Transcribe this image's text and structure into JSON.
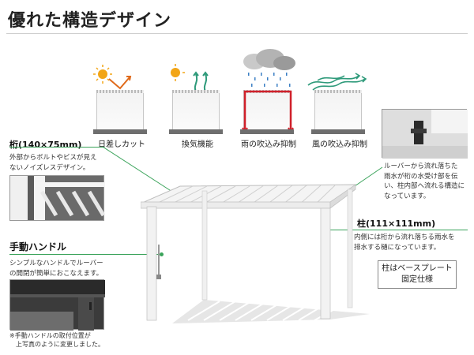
{
  "header": {
    "title": "優れた構造デザイン"
  },
  "features": [
    {
      "label": "日差しカット",
      "icon": "sun-block-icon"
    },
    {
      "label": "換気機能",
      "icon": "ventilation-icon"
    },
    {
      "label": "雨の吹込み抑制",
      "icon": "rain-block-icon"
    },
    {
      "label": "風の吹込み抑制",
      "icon": "wind-block-icon"
    }
  ],
  "girder": {
    "title": "桁(140×75mm)",
    "description": [
      "外部からボルトやビスが見え",
      "ないノイズレスデザイン。"
    ]
  },
  "handle": {
    "title": "手動ハンドル",
    "description": [
      "シンプルなハンドルでルーバー",
      "の開閉が簡単におこなえます。"
    ],
    "note": [
      "※手動ハンドルの取付位置が",
      "　上写真のように変更しました。"
    ]
  },
  "drainage": {
    "description": [
      "ルーバーから流れ落ちた",
      "雨水が桁の水受け部を伝",
      "い、柱内部へ流れる構造に",
      "なっています。"
    ]
  },
  "column": {
    "title": "柱(111×111mm)",
    "description": [
      "内側には桁から流れ落ちる雨水を",
      "排水する樋になっています。"
    ],
    "baseplate": [
      "柱はベースプレート",
      "固定仕様"
    ]
  },
  "colors": {
    "accent_green": "#3aa35a",
    "rain_red": "#d0202a",
    "frame_white": "#f2f2f2"
  }
}
